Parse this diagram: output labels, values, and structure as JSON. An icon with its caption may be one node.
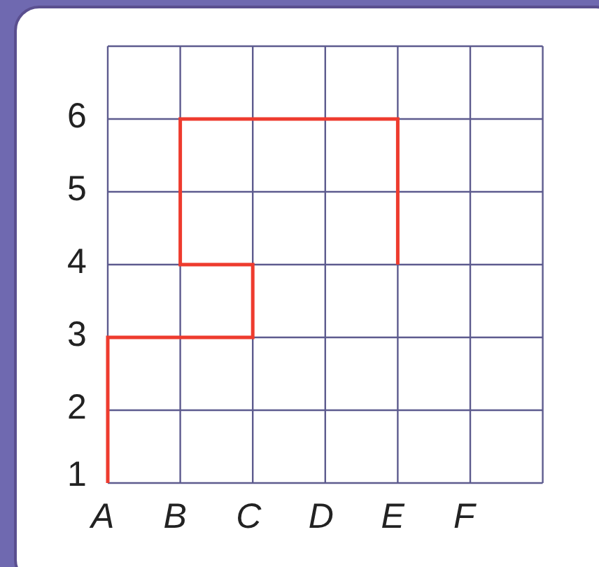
{
  "diagram": {
    "labels": [
      "6",
      "5",
      "4",
      "3",
      "2",
      "1",
      "A",
      "B",
      "C",
      "D",
      "E",
      "F"
    ]
  }
}
